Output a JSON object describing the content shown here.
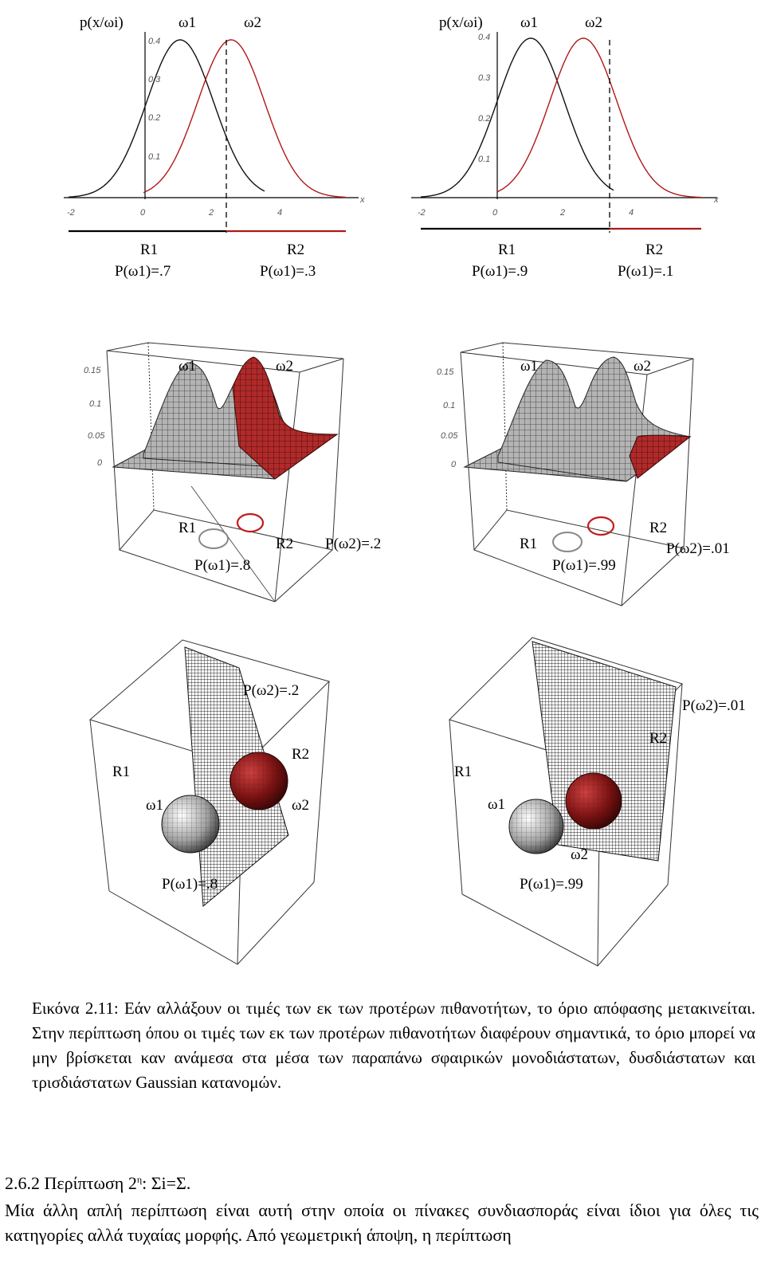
{
  "figure": {
    "panel1d_left": {
      "ylabel": "p(x/ωi)",
      "y_ticks": [
        "0.4",
        "0.3",
        "0.2",
        "0.1"
      ],
      "x_ticks": [
        "-2",
        "0",
        "2",
        "4"
      ],
      "x_axis_letter": "x",
      "class1": "ω1",
      "class2": "ω2",
      "region1": "R1",
      "region2": "R2",
      "prior1": "P(ω1)=.7",
      "prior2": "P(ω1)=.3"
    },
    "panel1d_right": {
      "ylabel": "p(x/ωi)",
      "y_ticks": [
        "0.4",
        "0.3",
        "0.2",
        "0.1"
      ],
      "x_ticks": [
        "-2",
        "0",
        "2",
        "4"
      ],
      "x_axis_letter": "x",
      "class1": "ω1",
      "class2": "ω2",
      "region1": "R1",
      "region2": "R2",
      "prior1": "P(ω1)=.9",
      "prior2": "P(ω1)=.1"
    },
    "panel2d_left": {
      "class1": "ω1",
      "class2": "ω2",
      "region1": "R1",
      "region2": "R2",
      "prior1": "P(ω1)=.8",
      "prior2": "P(ω2)=.2",
      "z_ticks": [
        "0.15",
        "0.1",
        "0.05",
        "0"
      ]
    },
    "panel2d_right": {
      "class1": "ω1",
      "class2": "ω2",
      "region1": "R1",
      "region2": "R2",
      "prior1": "P(ω1)=.99",
      "prior2": "P(ω2)=.01",
      "z_ticks": [
        "0.15",
        "0.1",
        "0.05",
        "0"
      ]
    },
    "panel3d_left": {
      "class1": "ω1",
      "class2": "ω2",
      "region1": "R1",
      "region2": "R2",
      "prior1": "P(ω1)=.8",
      "prior2": "P(ω2)=.2"
    },
    "panel3d_right": {
      "class1": "ω1",
      "class2": "ω2",
      "region1": "R1",
      "region2": "R2",
      "prior1": "P(ω1)=.99",
      "prior2": "P(ω2)=.01"
    },
    "colors": {
      "class1": "#111111",
      "class2": "#b01818",
      "surface_gray": "#a8a8a8",
      "surface_red": "#a82020"
    }
  },
  "caption": "Εικόνα 2.11: Εάν αλλάξουν οι τιμές των εκ των προτέρων πιθανοτήτων, το όριο απόφασης μετακινείται. Στην περίπτωση όπου οι τιμές των εκ των προτέρων πιθανοτήτων διαφέρουν σημαντικά, το όριο μπορεί να μην βρίσκεται καν ανάμεσα στα μέσα των παραπάνω σφαιρικών μονοδιάστατων, δυσδιάστατων και τρισδιάστατων Gaussian κατανομών.",
  "section": {
    "number": "2.6.2",
    "title_prefix": "Περίπτωση 2",
    "title_sup": "η",
    "title_sep": ":",
    "title_formula": "Σi=Σ."
  },
  "paragraph": "Μία άλλη απλή περίπτωση είναι αυτή στην οποία οι πίνακες συνδιασποράς είναι ίδιοι για όλες τις κατηγορίες αλλά τυχαίας μορφής. Από γεωμετρική άποψη, η περίπτωση"
}
